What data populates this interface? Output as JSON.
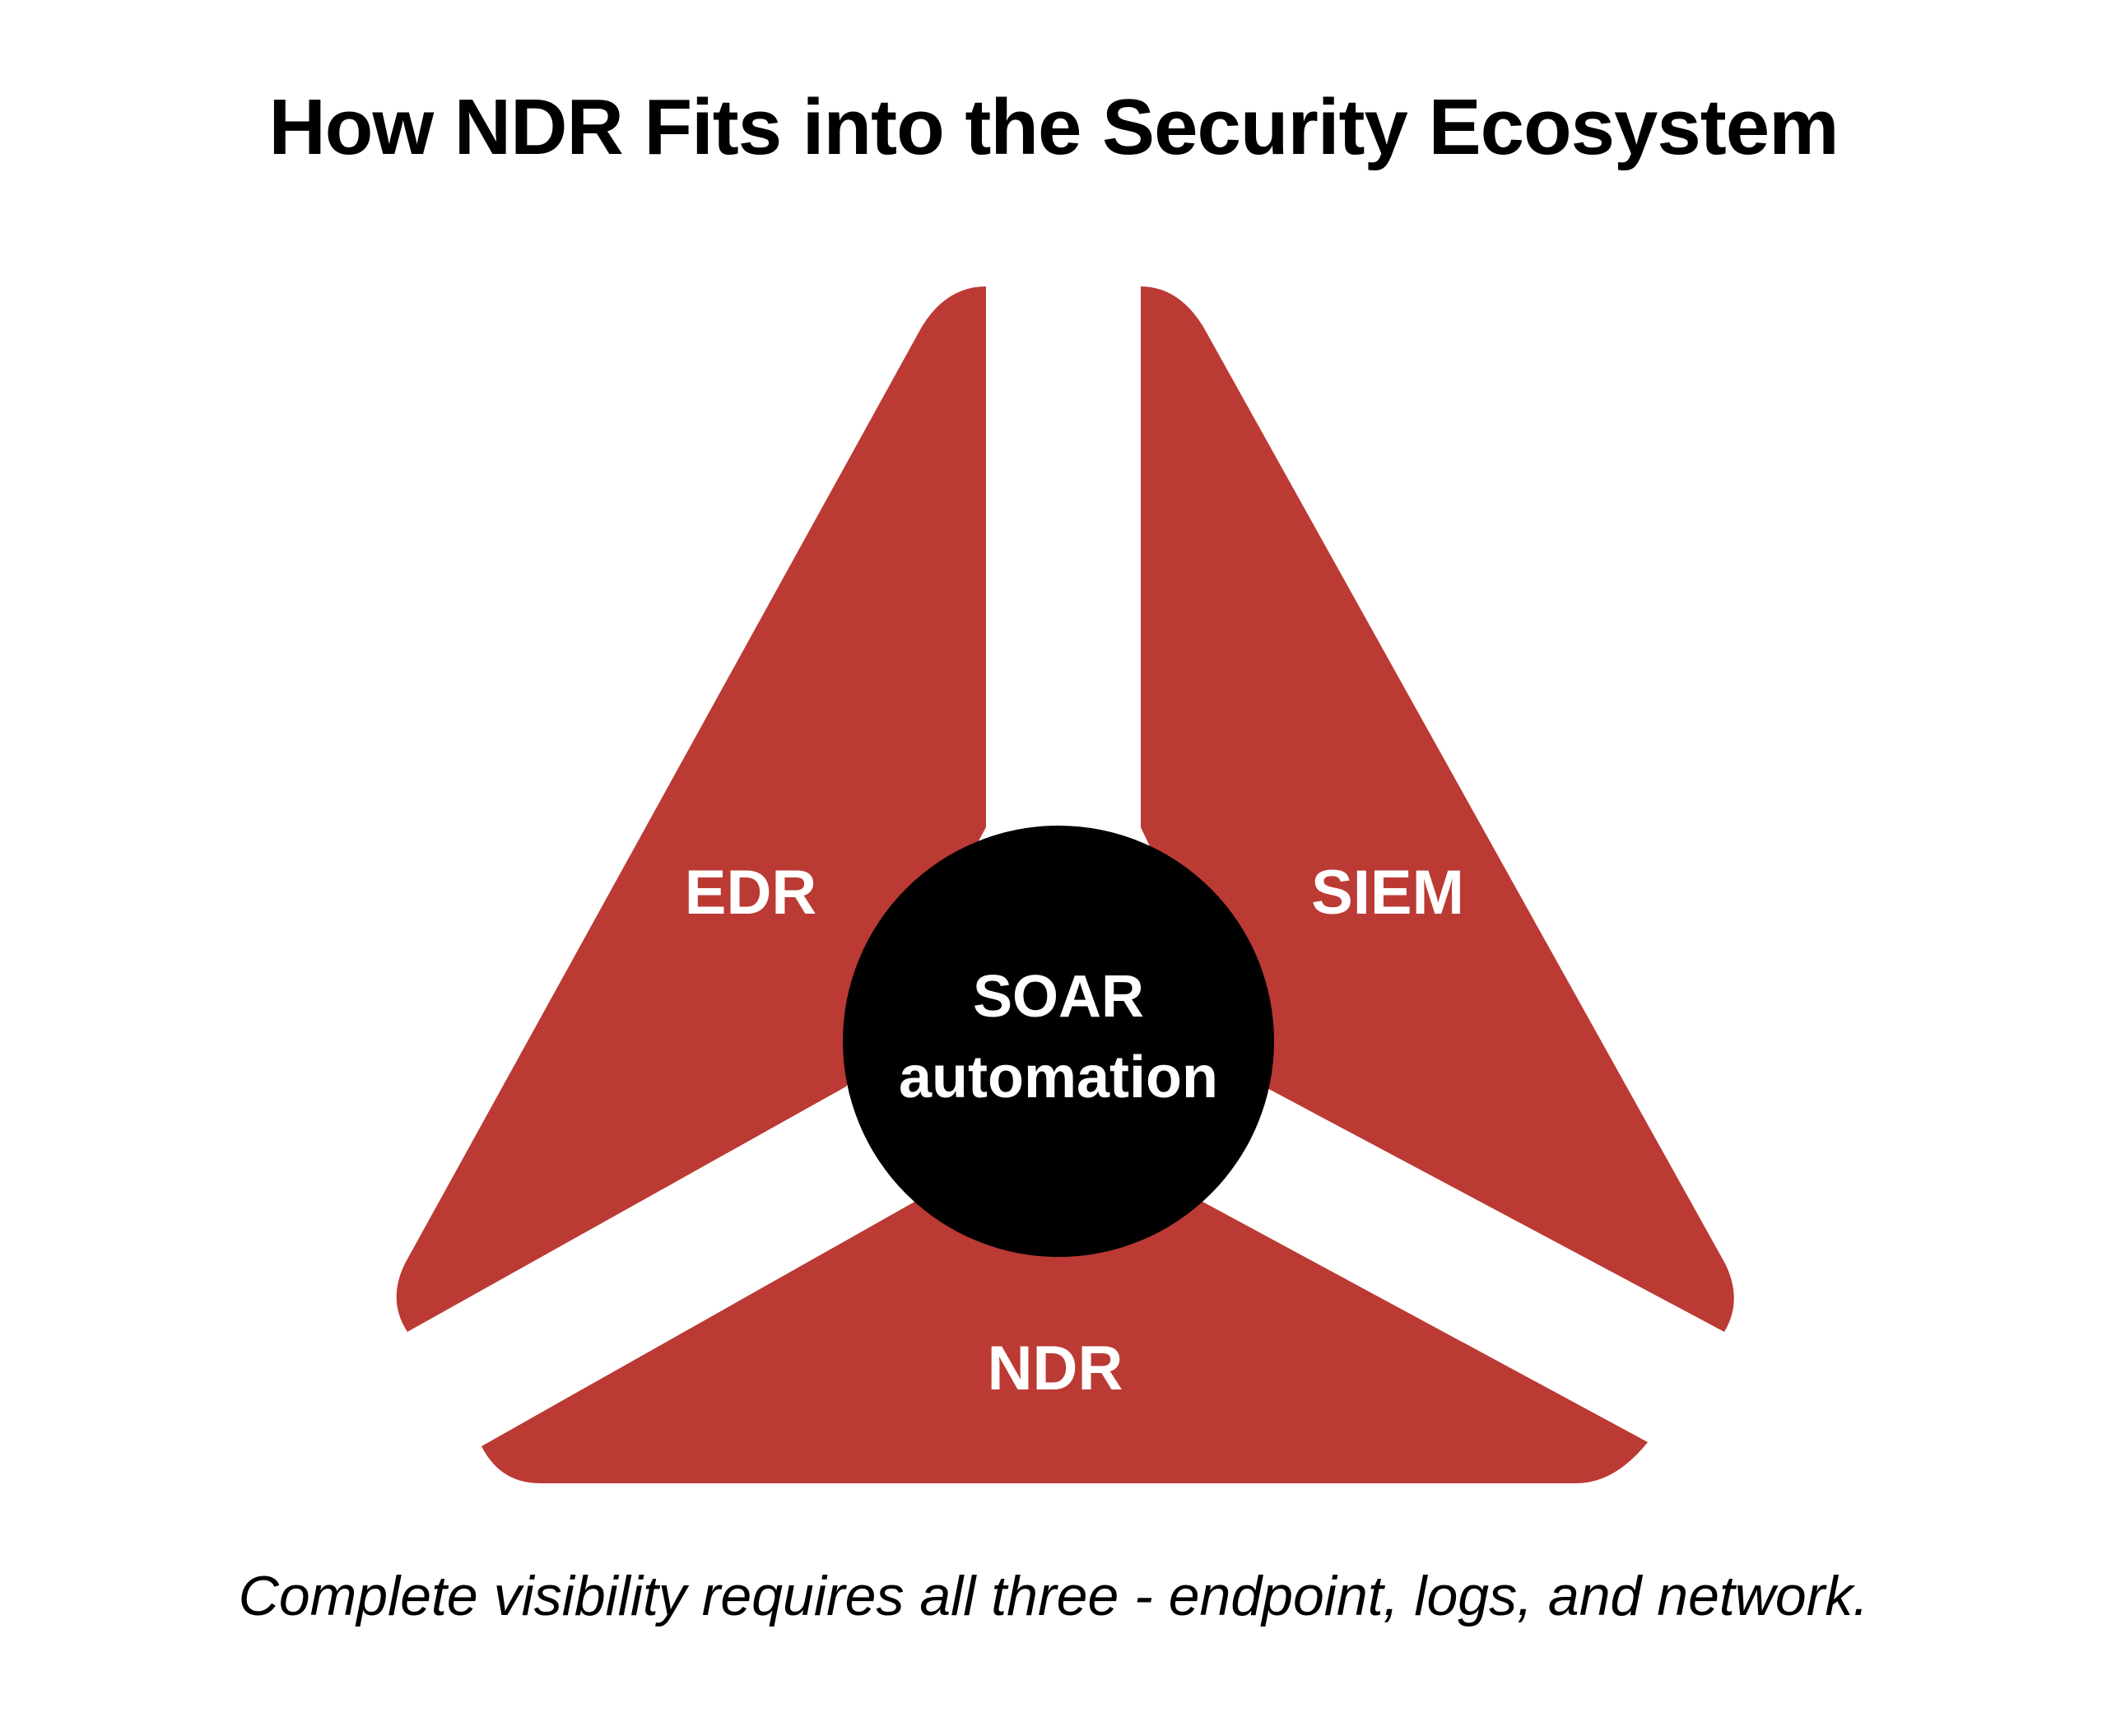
{
  "title": "How NDR Fits into the Security Ecosystem",
  "caption": "Complete visibility requires all three - endpoint, logs, and network.",
  "segments": {
    "edr": "EDR",
    "siem": "SIEM",
    "ndr": "NDR"
  },
  "center": {
    "line1": "SOAR",
    "line2": "automation"
  },
  "colors": {
    "segment": "#bb3a34",
    "center": "#000000",
    "label": "#ffffff"
  }
}
